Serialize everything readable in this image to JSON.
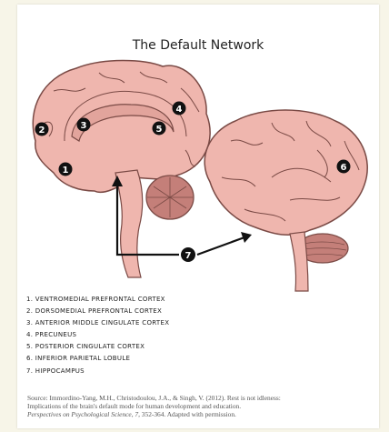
{
  "title": "The Default Network",
  "markers": [
    {
      "num": "1",
      "label": "VENTROMEDIAL PREFRONTAL CORTEX"
    },
    {
      "num": "2",
      "label": "DORSOMEDIAL PREFRONTAL CORTEX"
    },
    {
      "num": "3",
      "label": "ANTERIOR MIDDLE CINGULATE CORTEX"
    },
    {
      "num": "4",
      "label": "PRECUNEUS"
    },
    {
      "num": "5",
      "label": "POSTERIOR CINGULATE CORTEX"
    },
    {
      "num": "6",
      "label": "INFERIOR PARIETAL LOBULE"
    },
    {
      "num": "7",
      "label": "HIPPOCAMPUS"
    }
  ],
  "legend_items": [
    "1. VENTROMEDIAL PREFRONTAL CORTEX",
    "2. DORSOMEDIAL PREFRONTAL CORTEX",
    "3. ANTERIOR MIDDLE CINGULATE CORTEX",
    "4. PRECUNEUS",
    "5. POSTERIOR CINGULATE CORTEX",
    "6. INFERIOR PARIETAL LOBULE",
    "7. HIPPOCAMPUS"
  ],
  "source": {
    "line1": "Source: Immordino-Yang, M.H., Christodoulou, J.A., & Singh, V. (2012). Rest is not idleness:",
    "line2": "Implications of the brain's default mode for human development and education.",
    "journal": "Perspectives on Psychological Science, 7,",
    "rest": " 352-364. Adapted with permission."
  },
  "colors": {
    "brain_fill": "#efb6ae",
    "brain_outline": "#7a4a45",
    "cross_section": "#e2a49c",
    "cerebellum": "#c47f79",
    "marker_fill": "#111111",
    "marker_text": "#ffffff"
  }
}
